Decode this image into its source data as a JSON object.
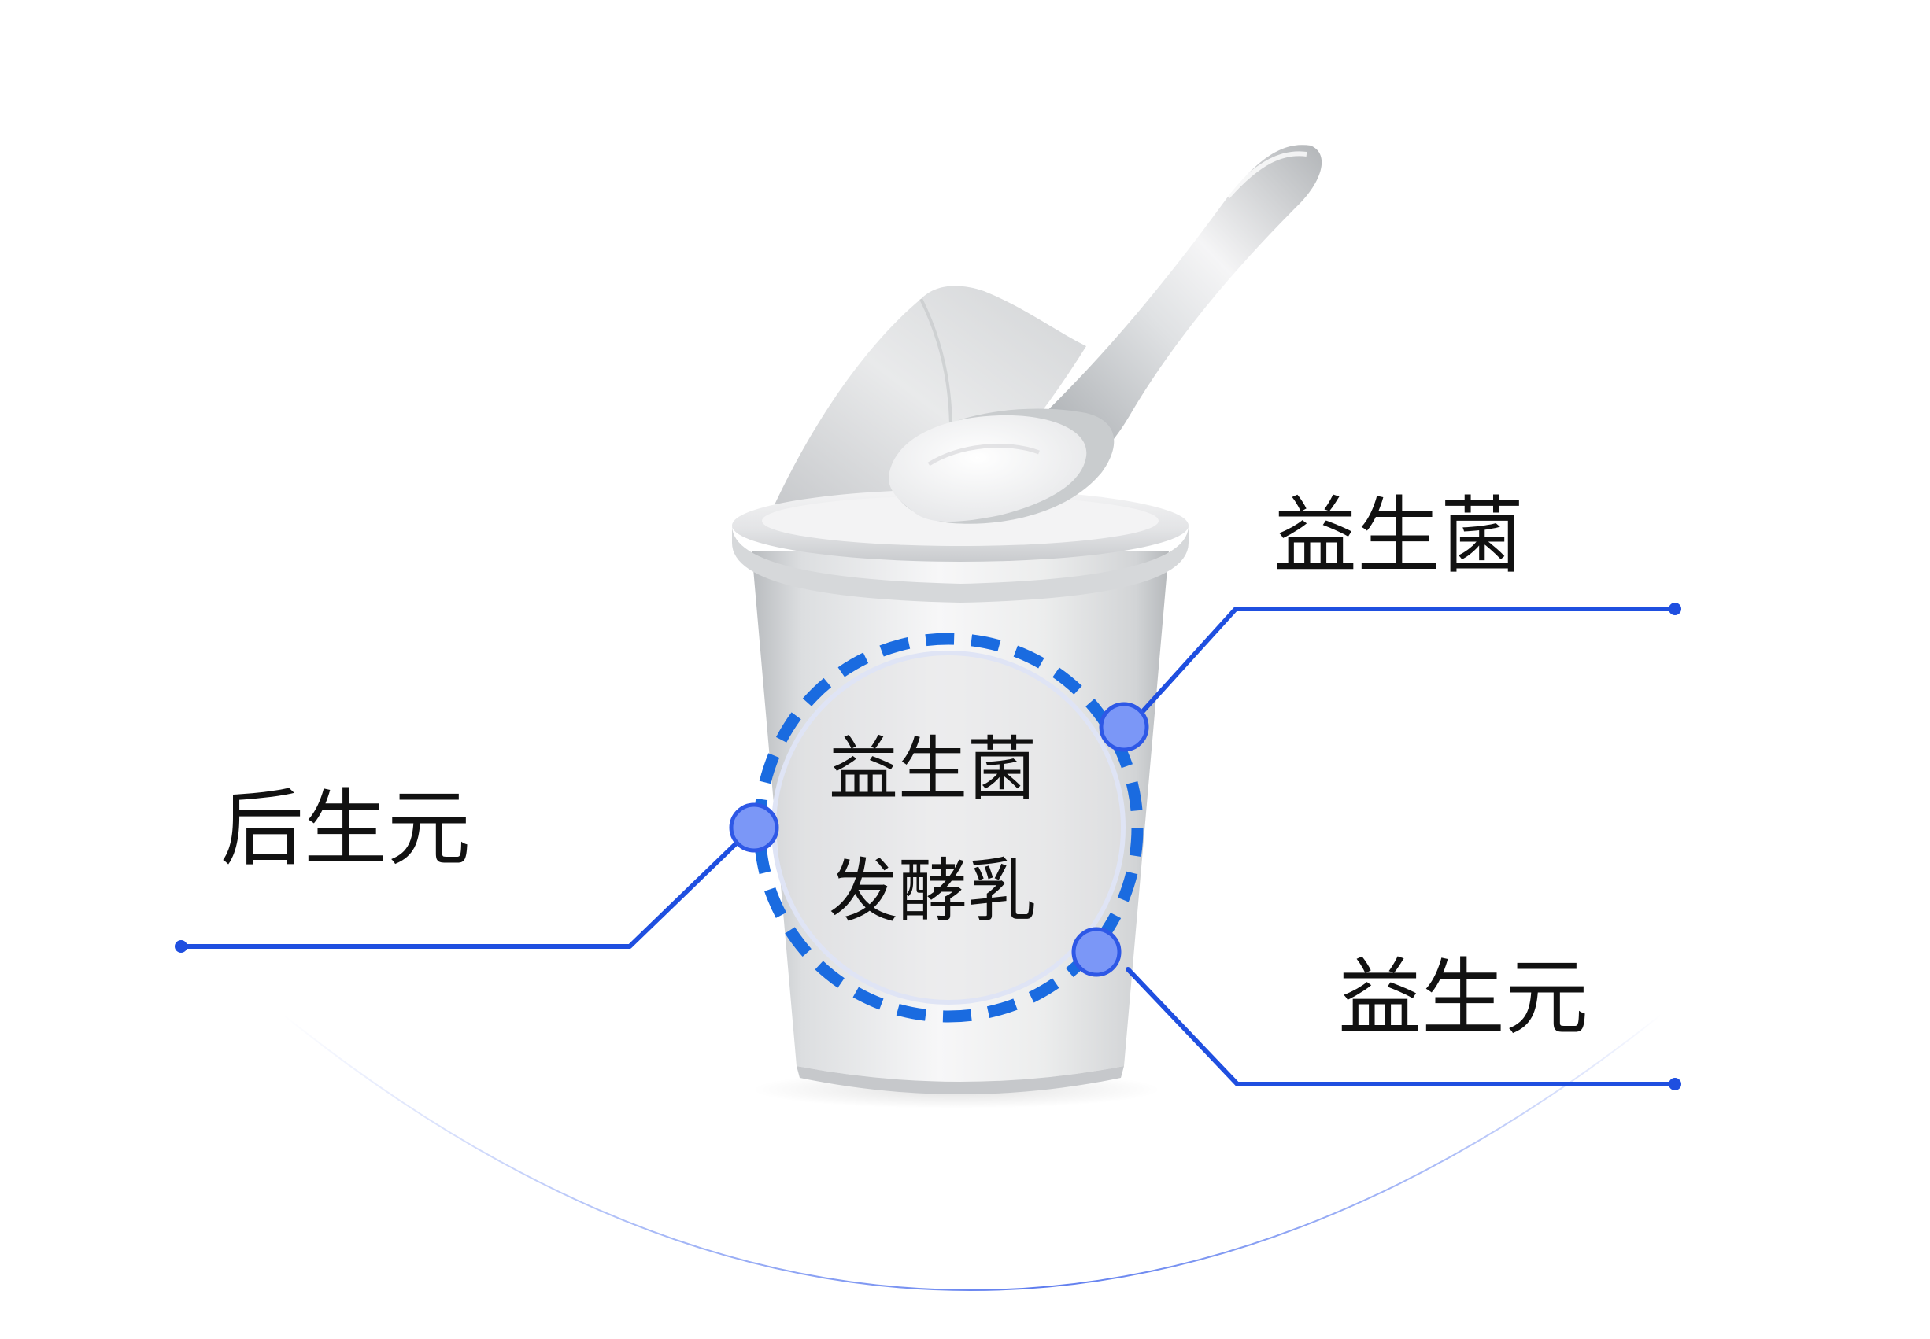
{
  "center_label": {
    "line1": "益生菌",
    "line2": "发酵乳"
  },
  "callouts": {
    "top_right": "益生菌",
    "bottom_right": "益生元",
    "left": "后生元"
  },
  "colors": {
    "line": "#1f4fe0",
    "dash_ring": "#1a6be0",
    "node_fill": "#7b97f7",
    "node_stroke": "#2e58e6",
    "text": "#111111"
  }
}
